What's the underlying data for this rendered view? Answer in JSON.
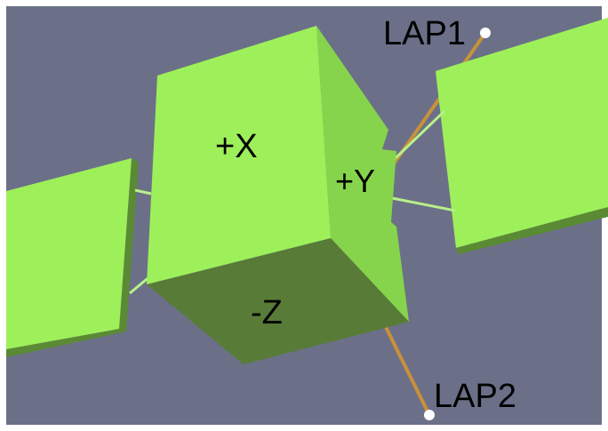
{
  "scene": {
    "background": "#6b7088",
    "panel_color": "#9ef05a",
    "panel_edge_color": "#5b8a35",
    "cube_front_color": "#9ef05a",
    "cube_side_color": "#86d44b",
    "cube_bottom_color": "#587b38",
    "strut_color": "#b8f08a",
    "antenna_color": "#c8913a",
    "antenna_tip_color": "#ffffff"
  },
  "labels": {
    "face_x": "+X",
    "face_y": "+Y",
    "face_z": "-Z",
    "antenna_1": "LAP1",
    "antenna_2": "LAP2"
  }
}
